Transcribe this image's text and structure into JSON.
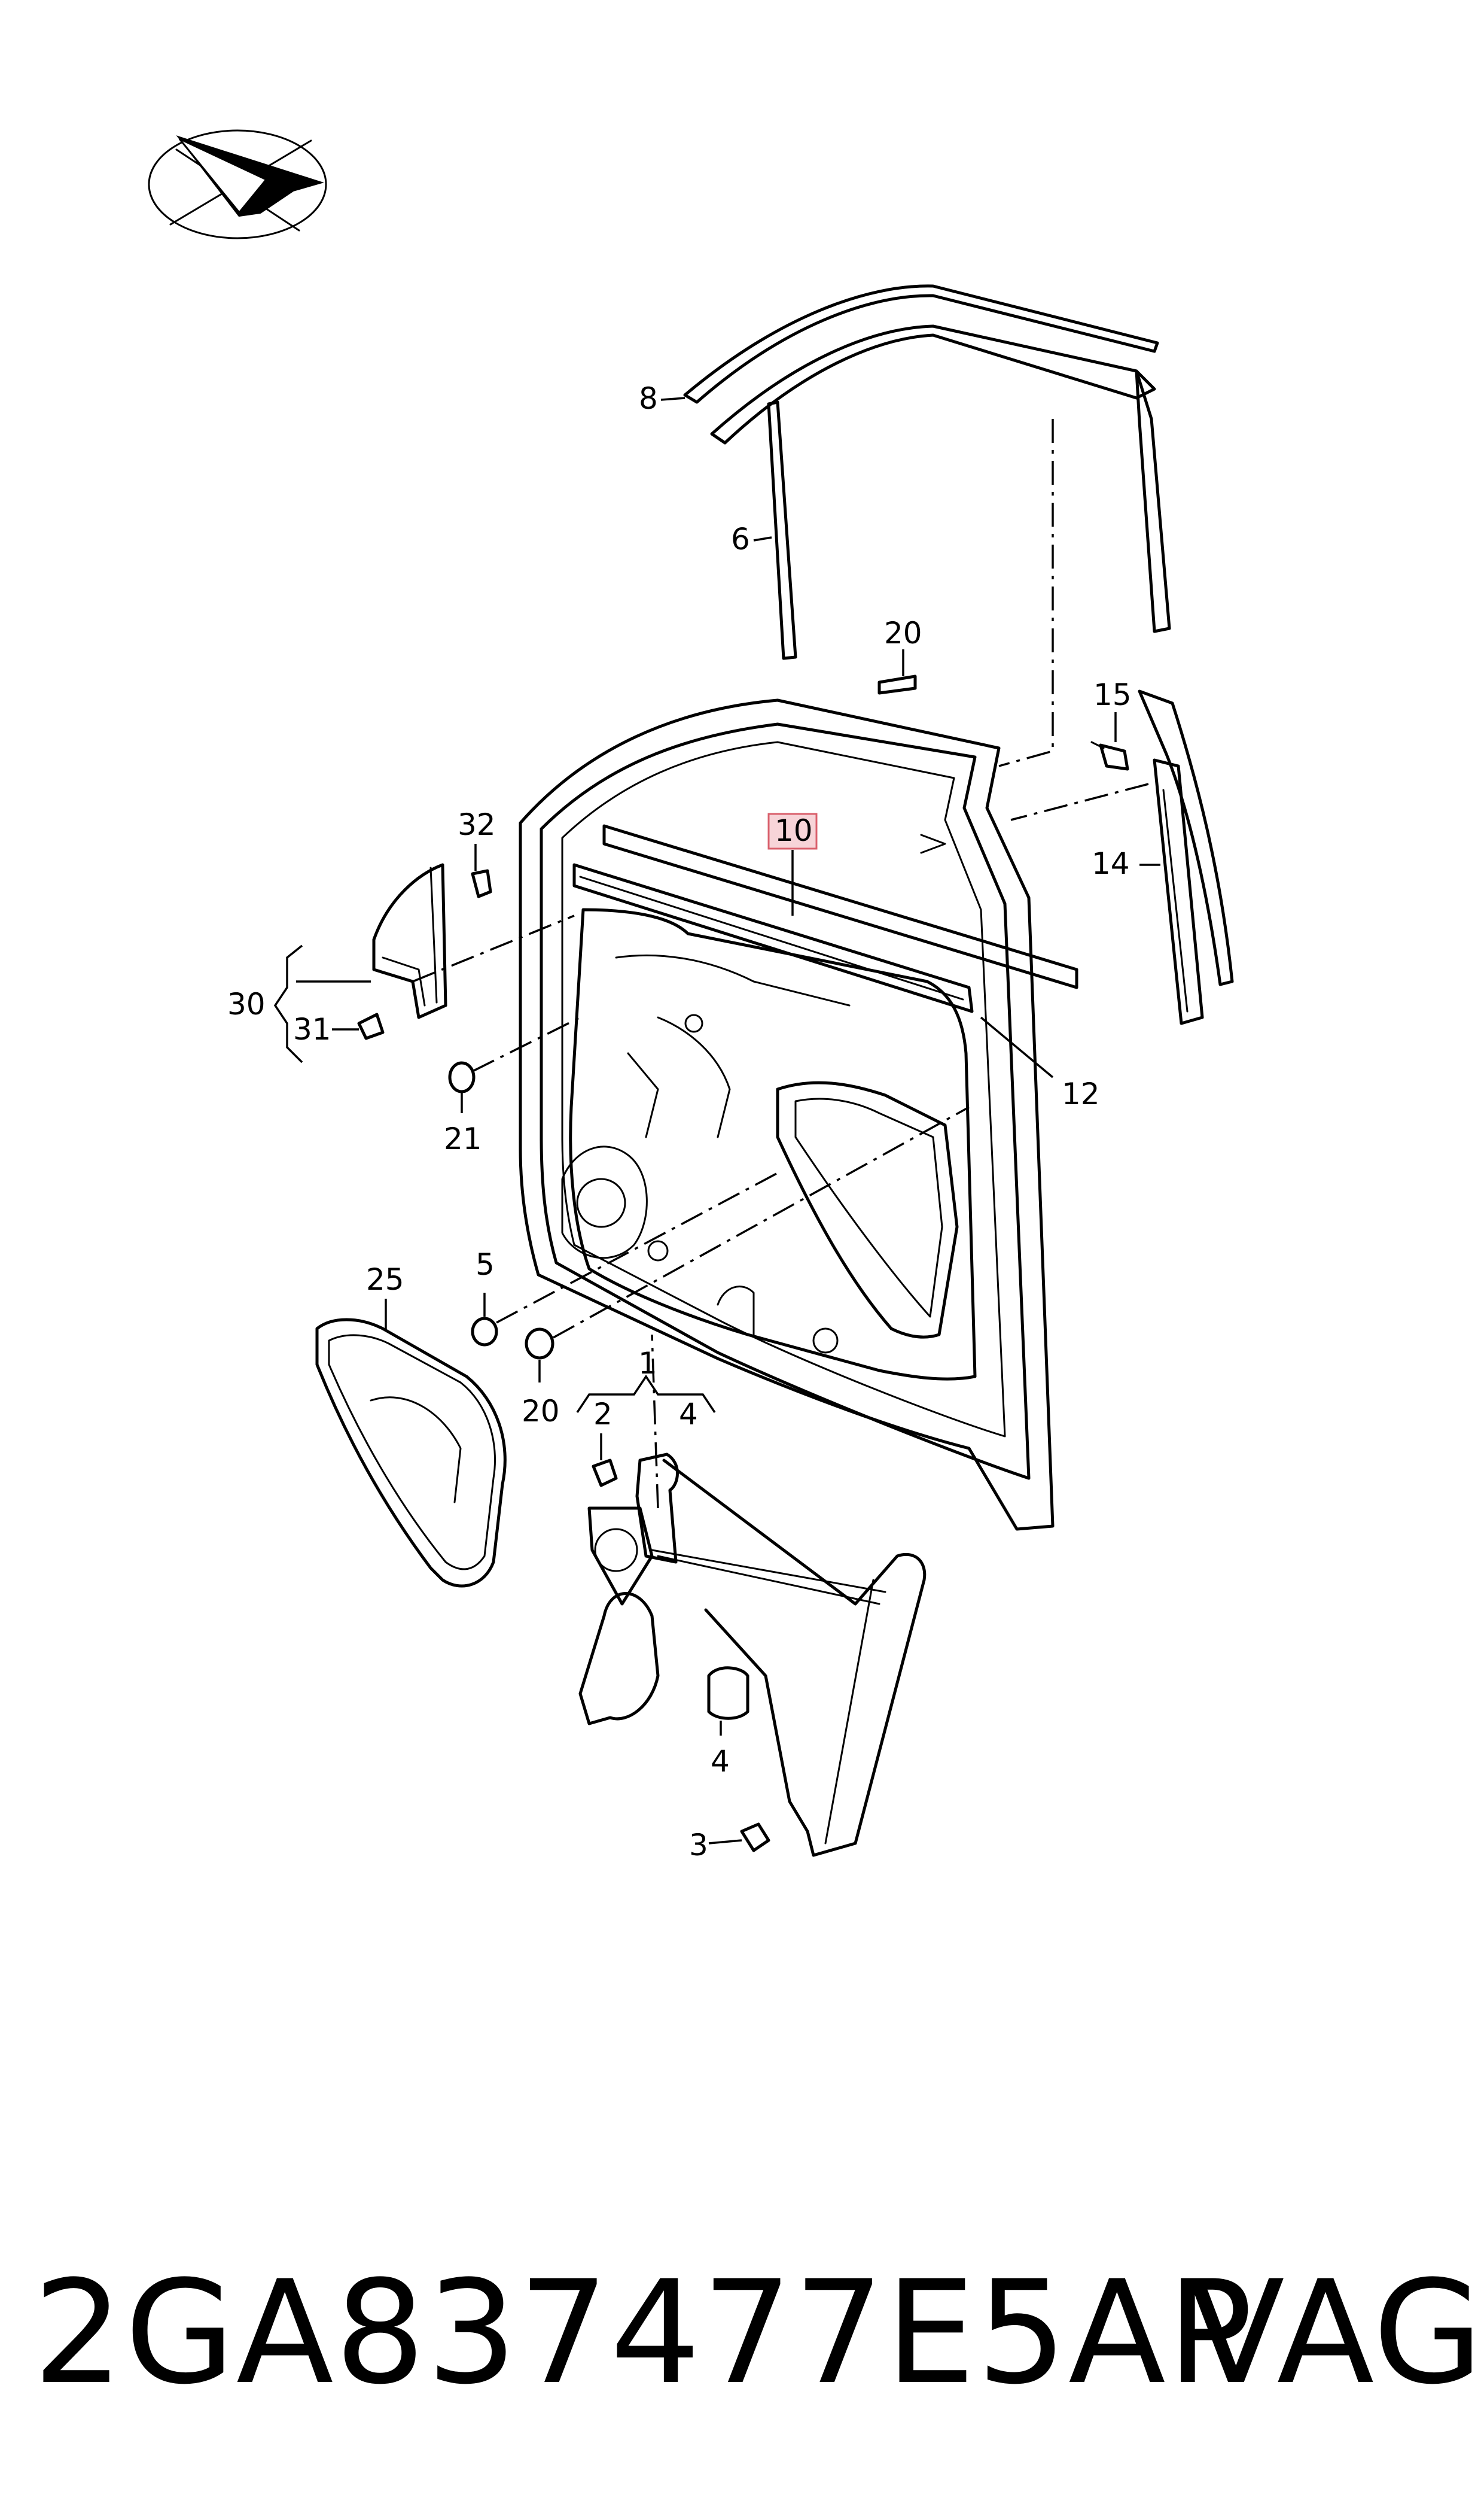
{
  "callouts": {
    "c1": "1",
    "c2": "2",
    "c3": "3",
    "c4a": "4",
    "c4b": "4",
    "c5": "5",
    "c6": "6",
    "c8": "8",
    "c10": "10",
    "c12": "12",
    "c14": "14",
    "c15": "15",
    "c20a": "20",
    "c20b": "20",
    "c21": "21",
    "c25": "25",
    "c30": "30",
    "c31": "31",
    "c32": "32"
  },
  "footer": {
    "part_number": "2GA837477E5AP",
    "brand": "VAG"
  },
  "colors": {
    "line": "#000000",
    "background": "#ffffff",
    "highlight_fill": "#f7d4d8",
    "highlight_border": "#d9606c"
  },
  "icons": {
    "orientation": "direction-arrow-icon"
  }
}
